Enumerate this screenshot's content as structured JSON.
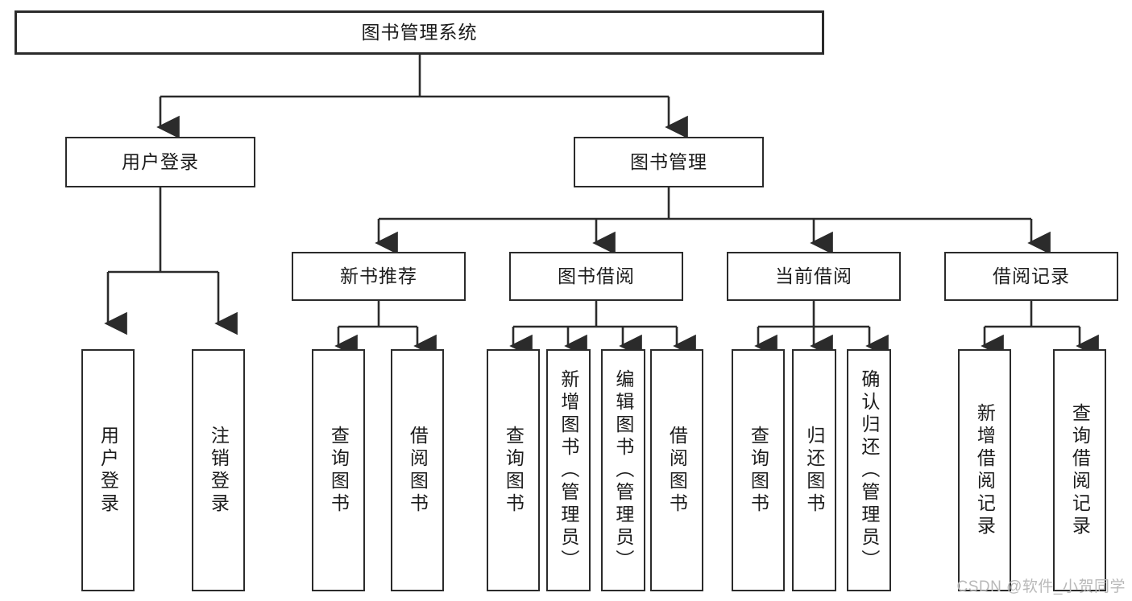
{
  "diagram": {
    "title": "图书管理系统",
    "type": "hierarchy-tree",
    "line_color": "#2b2b2b",
    "box_fill": "#ffffff",
    "text_color": "#1c1c1c",
    "background": "#ffffff",
    "levels": [
      {
        "level": 1,
        "nodes": [
          {
            "id": "root",
            "label": "图书管理系统",
            "orientation": "horizontal"
          }
        ]
      },
      {
        "level": 2,
        "nodes": [
          {
            "id": "login",
            "label": "用户登录",
            "orientation": "horizontal"
          },
          {
            "id": "bookmgmt",
            "label": "图书管理",
            "orientation": "horizontal"
          }
        ]
      },
      {
        "level": 3,
        "nodes": [
          {
            "id": "newbook",
            "label": "新书推荐",
            "orientation": "horizontal"
          },
          {
            "id": "borrow",
            "label": "图书借阅",
            "orientation": "horizontal"
          },
          {
            "id": "current",
            "label": "当前借阅",
            "orientation": "horizontal"
          },
          {
            "id": "record",
            "label": "借阅记录",
            "orientation": "horizontal"
          }
        ]
      },
      {
        "level": 4,
        "nodes": [
          {
            "id": "leaf1",
            "label": "用户登录",
            "orientation": "vertical",
            "parent": "login"
          },
          {
            "id": "leaf2",
            "label": "注销登录",
            "orientation": "vertical",
            "parent": "login"
          },
          {
            "id": "leaf3",
            "label": "查询图书",
            "orientation": "vertical",
            "parent": "newbook"
          },
          {
            "id": "leaf4",
            "label": "借阅图书",
            "orientation": "vertical",
            "parent": "newbook"
          },
          {
            "id": "leaf5",
            "label": "查询图书",
            "orientation": "vertical",
            "parent": "borrow"
          },
          {
            "id": "leaf6",
            "label": "新增图书（管理员）",
            "orientation": "vertical",
            "parent": "borrow"
          },
          {
            "id": "leaf7",
            "label": "编辑图书（管理员）",
            "orientation": "vertical",
            "parent": "borrow"
          },
          {
            "id": "leaf8",
            "label": "借阅图书",
            "orientation": "vertical",
            "parent": "borrow"
          },
          {
            "id": "leaf9",
            "label": "查询图书",
            "orientation": "vertical",
            "parent": "current"
          },
          {
            "id": "leaf10",
            "label": "归还图书",
            "orientation": "vertical",
            "parent": "current"
          },
          {
            "id": "leaf11",
            "label": "确认归还（管理员）",
            "orientation": "vertical",
            "parent": "current"
          },
          {
            "id": "leaf12",
            "label": "新增借阅记录",
            "orientation": "vertical",
            "parent": "record"
          },
          {
            "id": "leaf13",
            "label": "查询借阅记录",
            "orientation": "vertical",
            "parent": "record"
          }
        ]
      }
    ]
  },
  "watermark": {
    "text": "CSDN @软件_小贺同学"
  }
}
